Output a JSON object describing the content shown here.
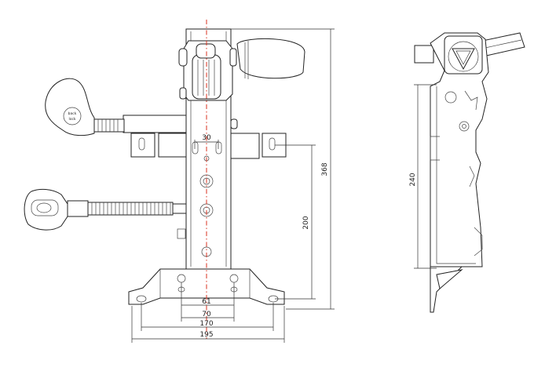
{
  "knob_label": {
    "line1": "back",
    "line2": "lock"
  },
  "dimensions": {
    "hole_spacing_top": "30",
    "width_61": "61",
    "width_70": "70",
    "width_170": "170",
    "width_195": "195",
    "height_200": "200",
    "height_368": "368",
    "side_height_240": "240"
  },
  "colors": {
    "centerline": "#d9301f",
    "line": "#222222"
  }
}
